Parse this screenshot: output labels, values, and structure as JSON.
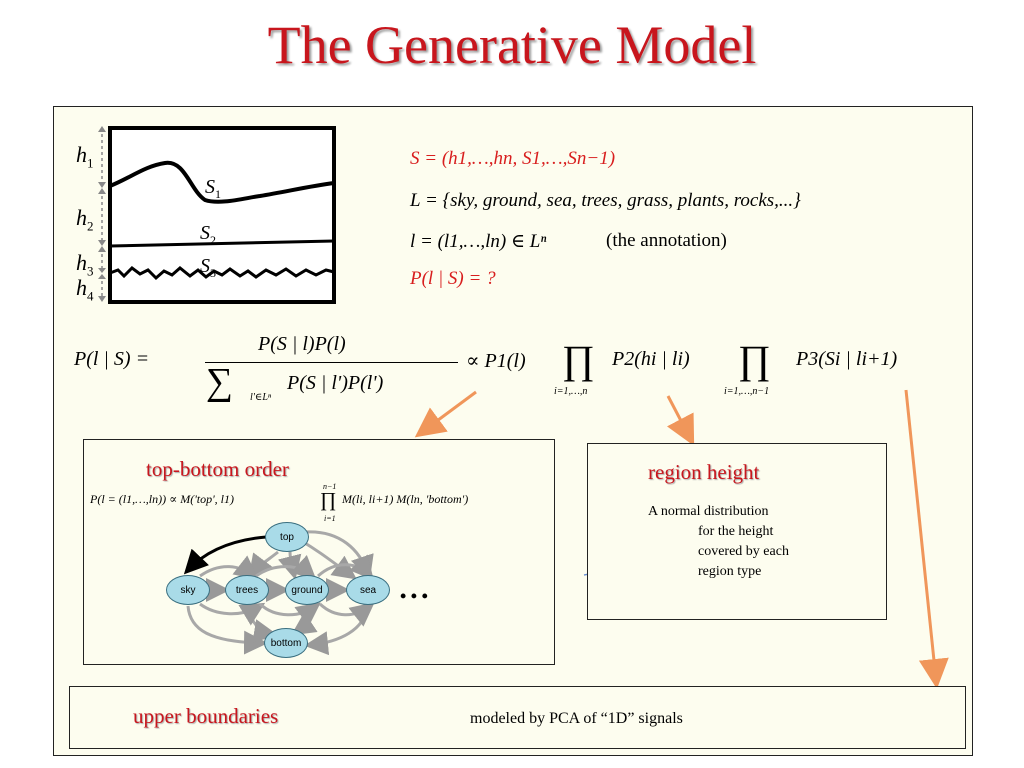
{
  "slide": {
    "title": "The Generative Model"
  },
  "sketch": {
    "labels": {
      "h1_main": "h",
      "h1_sub": "1",
      "h2_main": "h",
      "h2_sub": "2",
      "h3_main": "h",
      "h3_sub": "3",
      "h4_main": "h",
      "h4_sub": "4",
      "s1_main": "S",
      "s1_sub": "1",
      "s2_main": "S",
      "s2_sub": "2",
      "s3_main": "S",
      "s3_sub": "3"
    }
  },
  "definitions": {
    "line1": "S = (h1,…,hn, S1,…,Sn−1)",
    "line2": "L = {sky, ground, sea, trees, grass, plants, rocks,...}",
    "line3": "l = (l1,…,ln) ∈ Lⁿ",
    "line3_note": "(the annotation)",
    "line4": "P(l | S) = ?"
  },
  "main_equation": {
    "lhs": "P(l | S) =",
    "numerator": "P(S | l)P(l)",
    "denominator": "P(S | l')P(l')",
    "sum_sub": "l'∈Lⁿ",
    "rhs_p1": "∝ P1(l)",
    "rhs_p2": "P2(hi | li)",
    "prod1_sub": "i=1,…,n",
    "rhs_p3": "P3(Si | li+1)",
    "prod2_sub": "i=1,…,n−1"
  },
  "top_bottom_box": {
    "heading": "top-bottom order",
    "formula_left": "P(l = (l1,…,ln)) ∝ M('top', l1)",
    "formula_prod_sup": "n−1",
    "formula_prod_sub": "i=1",
    "formula_right": "M(li, li+1) M(ln, 'bottom')",
    "nodes": {
      "top": "top",
      "sky": "sky",
      "trees": "trees",
      "ground": "ground",
      "sea": "sea",
      "bottom": "bottom"
    },
    "ellipsis": "• • •"
  },
  "region_height_box": {
    "heading": "region height",
    "desc_line1": "A normal distribution",
    "desc_line2": "for the height",
    "desc_line3": "covered by each",
    "desc_line4": "region type"
  },
  "upper_boundaries_box": {
    "heading": "upper boundaries",
    "description": "modeled by PCA of  “1D” signals"
  },
  "colors": {
    "title": "#c8161d",
    "heading": "#c8161d",
    "arrow": "#f0965a",
    "node_fill": "#a9dbe8",
    "curve": "#6a8fd0",
    "background": "#fdfdef"
  }
}
